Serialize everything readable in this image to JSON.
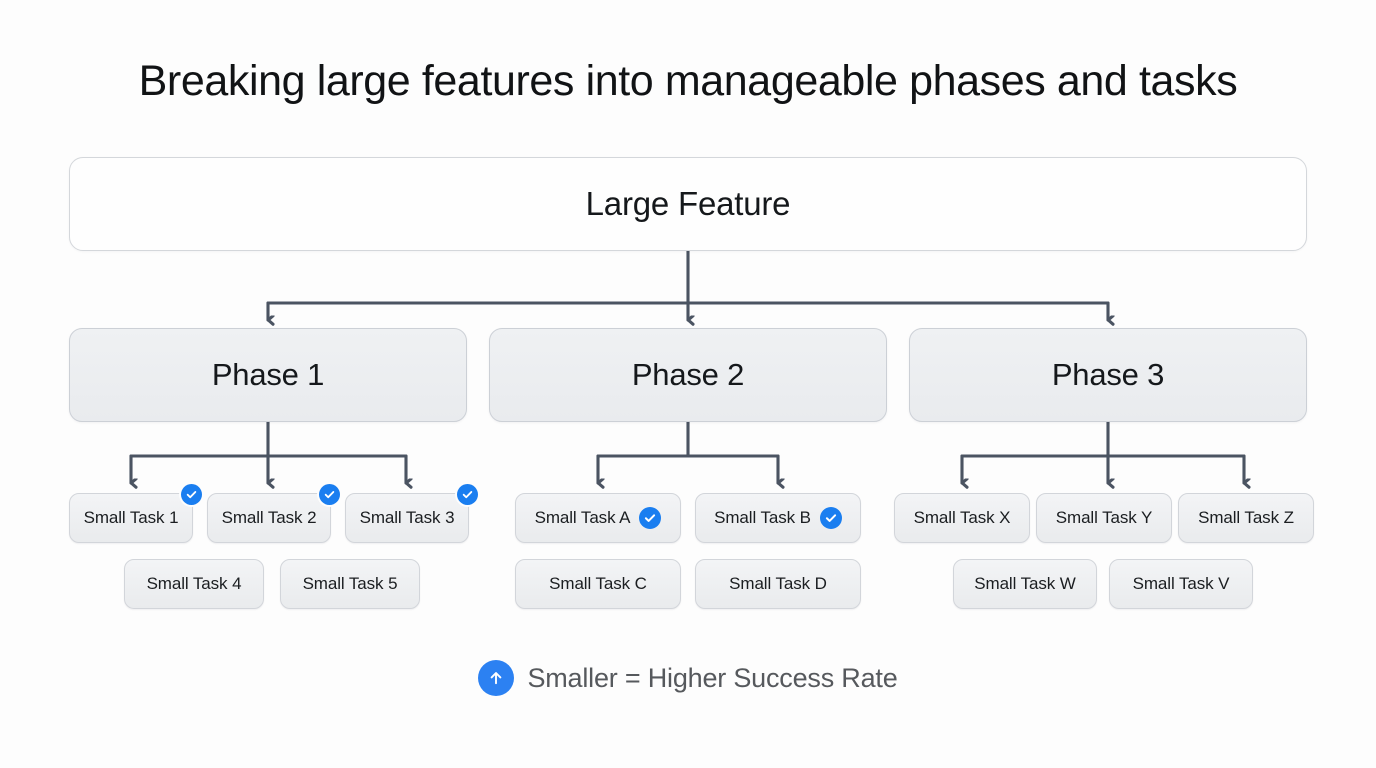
{
  "diagram": {
    "title": "Breaking large features into manageable phases and tasks",
    "root": {
      "label": "Large Feature"
    },
    "phases": [
      {
        "label": "Phase 1",
        "row1": [
          {
            "label": "Small Task 1",
            "badge": "check-corner"
          },
          {
            "label": "Small Task 2",
            "badge": "check-corner"
          },
          {
            "label": "Small Task 3",
            "badge": "check-corner"
          }
        ],
        "row2": [
          {
            "label": "Small Task 4",
            "badge": "none"
          },
          {
            "label": "Small Task 5",
            "badge": "none"
          }
        ]
      },
      {
        "label": "Phase 2",
        "row1": [
          {
            "label": "Small Task A",
            "badge": "check-inline"
          },
          {
            "label": "Small Task B",
            "badge": "check-inline"
          }
        ],
        "row2": [
          {
            "label": "Small Task C",
            "badge": "none"
          },
          {
            "label": "Small Task D",
            "badge": "none"
          }
        ]
      },
      {
        "label": "Phase 3",
        "row1": [
          {
            "label": "Small Task X",
            "badge": "none"
          },
          {
            "label": "Small Task Y",
            "badge": "none"
          },
          {
            "label": "Small Task Z",
            "badge": "none"
          }
        ],
        "row2": [
          {
            "label": "Small Task W",
            "badge": "none"
          },
          {
            "label": "Small Task V",
            "badge": "none"
          }
        ]
      }
    ],
    "legend": {
      "icon": "arrow-up-circle-icon",
      "text": "Smaller = Higher Success Rate"
    },
    "colors": {
      "background": "#fdfdfd",
      "connector": "#4b5462",
      "accent_blue": "#1a7ef0",
      "legend_blue": "#2c81f2",
      "legend_text": "#56595d",
      "box_border": "#d2d5da",
      "phase_fill": "#eceef1",
      "task_fill": "#f0f2f4",
      "feature_fill": "#fefefe",
      "title_text": "#111315"
    }
  }
}
